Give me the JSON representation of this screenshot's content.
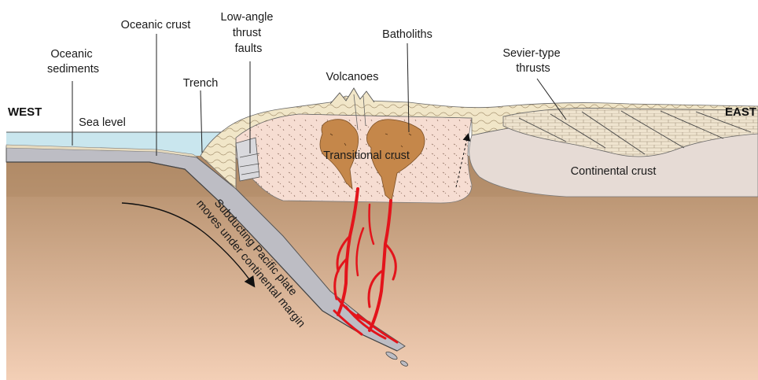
{
  "labels": {
    "west": "WEST",
    "east": "EAST",
    "oceanic_sediments": [
      "Oceanic",
      "sediments"
    ],
    "oceanic_crust": "Oceanic crust",
    "low_angle_thrust_faults": [
      "Low-angle",
      "thrust",
      "faults"
    ],
    "batholiths": "Batholiths",
    "sevier_type_thrusts": [
      "Sevier-type",
      "thrusts"
    ],
    "trench": "Trench",
    "volcanoes": "Volcanoes",
    "sea_level": "Sea level",
    "transitional_crust": "Transitional crust",
    "continental_crust": "Continental crust",
    "subducting_plate": [
      "Subducting Pacific plate",
      "moves under continental margin"
    ]
  },
  "colors": {
    "ocean": "#c9e6ee",
    "oceanic_crust": "#bdbdc4",
    "mantle_top": "#b08a66",
    "mantle_bottom": "#f3cfb6",
    "wedge": "#f1e6c8",
    "transitional_crust": "#f6ddd2",
    "continental_crust": "#e6dbd5",
    "batholith": "#c5874a",
    "magma": "#e3141b"
  }
}
